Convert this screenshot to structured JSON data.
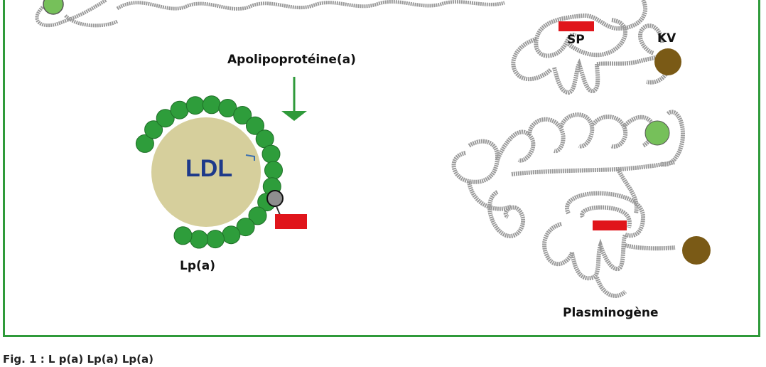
{
  "labels": {
    "apolipoprotein": "Apolipoprotéine(a)",
    "ldl": "LDL",
    "lpa": "Lp(a)",
    "sp": "SP",
    "kv": "KV",
    "plasminogen": "Plasminogène"
  },
  "caption": "Fig. 1 : L p(a) Lp(a) Lp(a)",
  "colors": {
    "frame": "#2f9a3a",
    "kringle_green": "#2e9d3b",
    "kringle_light": "#76c05a",
    "ldl_fill": "#d6cf9c",
    "ldl_text": "#1e3a8a",
    "serine_protease": "#e0151b",
    "kringle_v": "#7a5a16",
    "chain": "#9a9a9a"
  }
}
